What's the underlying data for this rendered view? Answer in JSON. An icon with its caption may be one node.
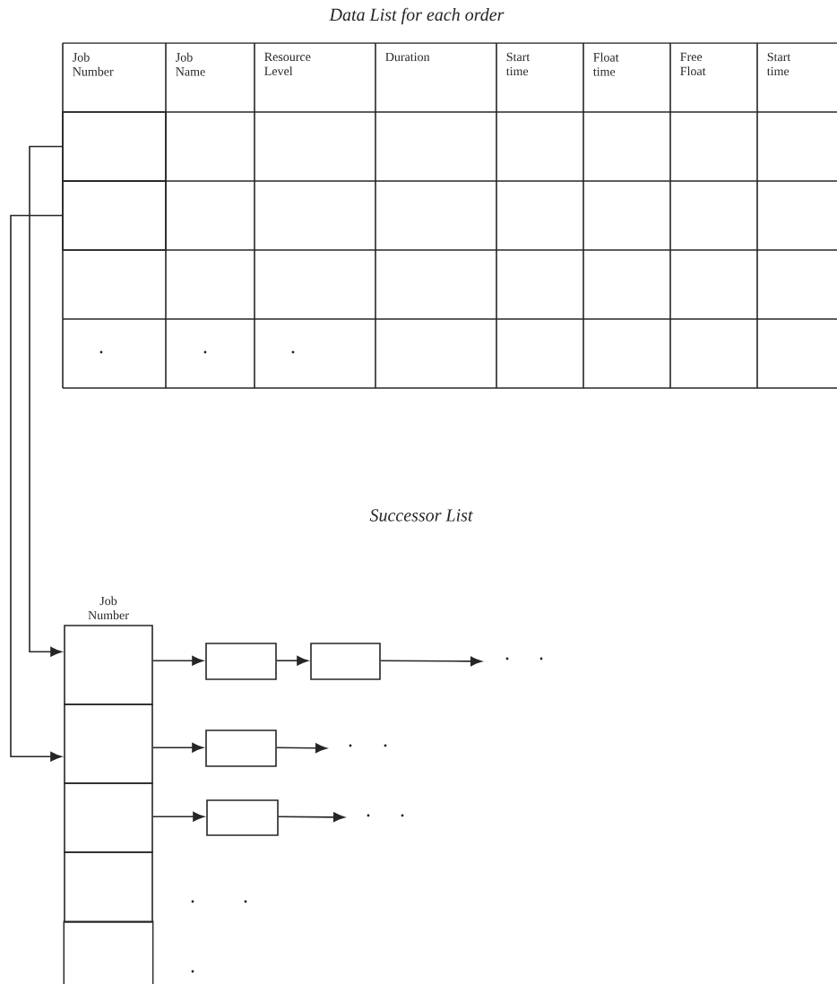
{
  "diagram": {
    "title": "Data List for each order",
    "nodes": [
      {
        "text": [],
        "shape": "box"
      },
      {
        "text": [],
        "shape": "box"
      },
      {
        "text": [],
        "shape": "box"
      },
      {
        "text": [],
        "shape": "box"
      },
      {
        "text": [],
        "shape": "box"
      },
      {
        "text": [],
        "shape": "box"
      },
      {
        "text": [],
        "shape": "box"
      },
      {
        "text": [],
        "shape": "box"
      },
      {
        "text": [],
        "shape": "box"
      },
      {
        "text": [],
        "shape": "box"
      },
      {
        "text": [],
        "shape": "box"
      }
    ],
    "edges": [
      {
        "from": 0,
        "to": 2,
        "arrow": "to"
      },
      {
        "from": 1,
        "to": 3,
        "arrow": "to"
      },
      {
        "from": 2,
        "to": 7,
        "arrow": "to"
      },
      {
        "from": 7,
        "to": 8,
        "arrow": "to"
      },
      {
        "from": 8,
        "to": null,
        "arrow": "to"
      },
      {
        "from": 3,
        "to": 9,
        "arrow": "to"
      },
      {
        "from": 9,
        "to": null,
        "arrow": "to"
      },
      {
        "from": 4,
        "to": 10,
        "arrow": "to"
      },
      {
        "from": 10,
        "to": null,
        "arrow": "to"
      }
    ],
    "labels": [
      "Job Number",
      "Job Name",
      "Resource Level",
      "Duration",
      "Start time",
      "Float time",
      "Free Float",
      "Start time",
      "Successor List",
      "Job Number"
    ]
  }
}
